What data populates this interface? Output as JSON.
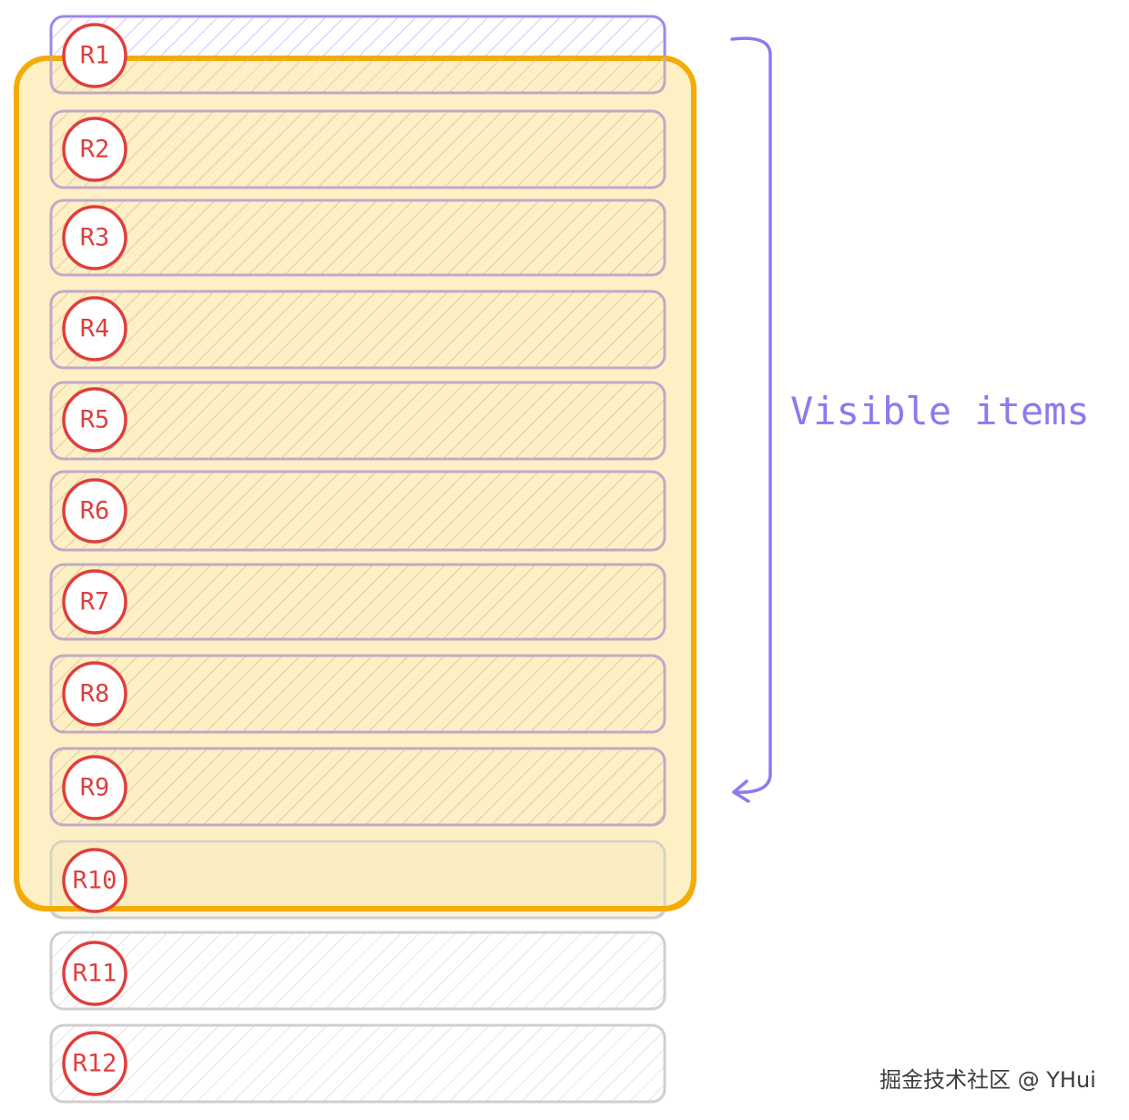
{
  "rows": [
    {
      "label": "R1",
      "state": "partial"
    },
    {
      "label": "R2",
      "state": "visible"
    },
    {
      "label": "R3",
      "state": "visible"
    },
    {
      "label": "R4",
      "state": "visible"
    },
    {
      "label": "R5",
      "state": "visible"
    },
    {
      "label": "R6",
      "state": "visible"
    },
    {
      "label": "R7",
      "state": "visible"
    },
    {
      "label": "R8",
      "state": "visible"
    },
    {
      "label": "R9",
      "state": "visible"
    },
    {
      "label": "R10",
      "state": "partial-hidden"
    },
    {
      "label": "R11",
      "state": "hidden"
    },
    {
      "label": "R12",
      "state": "hidden"
    }
  ],
  "annotation": {
    "label": "Visible items"
  },
  "watermark": "掘金技术社区 @ YHui",
  "colors": {
    "viewport_fill": "#fdf0c4",
    "viewport_border": "#f4ab08",
    "visible_row_border": "#c3a8c9",
    "hidden_row_border": "#cfcfd2",
    "first_row_border": "#9a88f0",
    "badge_stroke": "#e03e3e",
    "bracket": "#8a7bf0"
  }
}
